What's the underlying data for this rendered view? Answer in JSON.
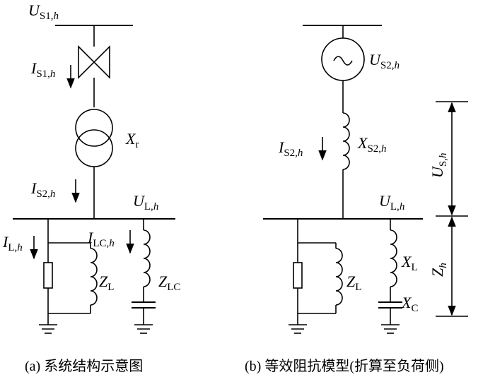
{
  "diagram_a": {
    "caption": "(a) 系统结构示意图",
    "source_voltage": {
      "main": "U",
      "sub": "S1,",
      "sub_it": "h"
    },
    "source_current": {
      "main": "I",
      "sub": "S1,",
      "sub_it": "h"
    },
    "transformer_reactance": {
      "main": "X",
      "sub": "r"
    },
    "bus_current": {
      "main": "I",
      "sub": "S2,",
      "sub_it": "h"
    },
    "bus_voltage": {
      "main": "U",
      "sub": "L,",
      "sub_it": "h"
    },
    "load_current": {
      "main": "I",
      "sub": "L,",
      "sub_it": "h"
    },
    "filter_current": {
      "main": "I",
      "sub": "LC,",
      "sub_it": "h"
    },
    "load_impedance": {
      "main": "Z",
      "sub": "L"
    },
    "filter_impedance": {
      "main": "Z",
      "sub": "LC"
    }
  },
  "diagram_b": {
    "caption": "(b) 等效阻抗模型(折算至负荷侧)",
    "source_voltage": {
      "main": "U",
      "sub": "S2,",
      "sub_it": "h"
    },
    "source_current": {
      "main": "I",
      "sub": "S2,",
      "sub_it": "h"
    },
    "source_reactance": {
      "main": "X",
      "sub": "S2,",
      "sub_it": "h"
    },
    "bus_voltage": {
      "main": "U",
      "sub": "L,",
      "sub_it": "h"
    },
    "load_impedance": {
      "main": "Z",
      "sub": "L"
    },
    "filter_reactance_l": {
      "main": "X",
      "sub": "L"
    },
    "filter_reactance_c": {
      "main": "X",
      "sub": "C"
    },
    "dim_voltage": {
      "main": "U",
      "sub": "S,",
      "sub_it": "h"
    },
    "dim_impedance": {
      "main": "Z",
      "sub": "h"
    }
  }
}
